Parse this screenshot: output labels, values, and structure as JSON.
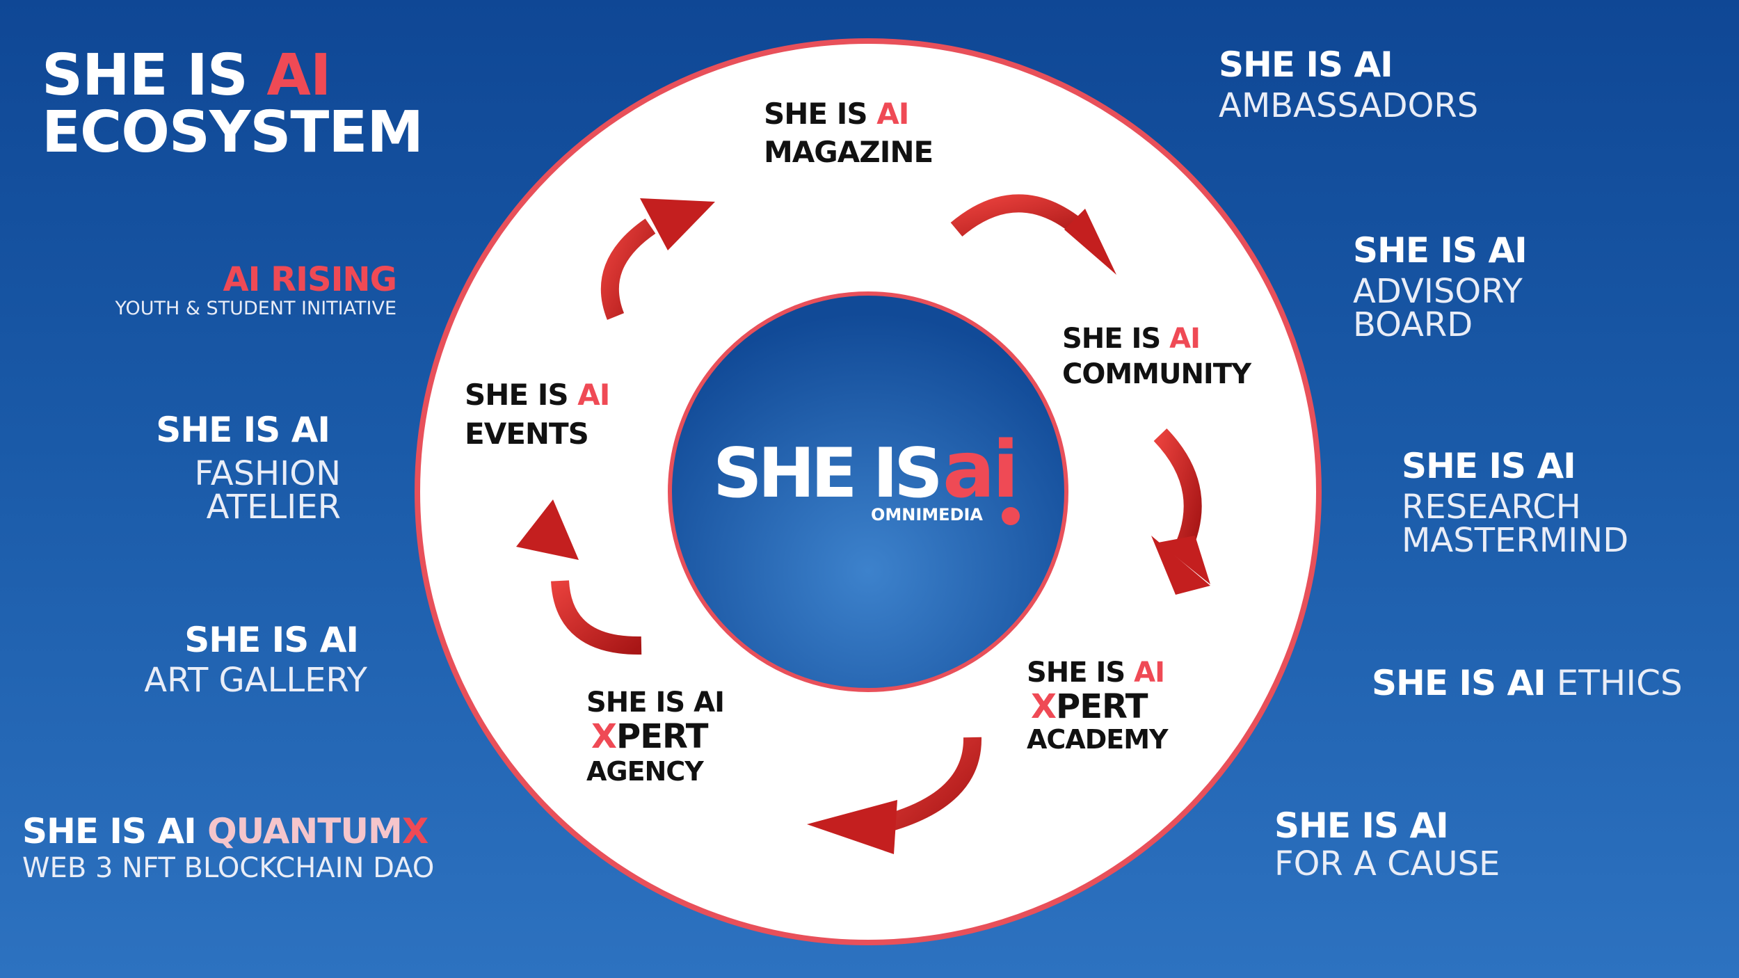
{
  "title": {
    "line1_prefix": "SHE IS ",
    "line1_accent": "AI",
    "line2": "ECOSYSTEM"
  },
  "center_logo": {
    "she_is": "SHE IS",
    "ai": "ai",
    "omnimedia": "OMNIMEDIA"
  },
  "inner_nodes": {
    "magazine": {
      "prefix": "SHE IS ",
      "accent": "AI",
      "name": "MAGAZINE"
    },
    "community": {
      "prefix": "SHE IS ",
      "accent": "AI",
      "name": "COMMUNITY"
    },
    "events": {
      "prefix": "SHE IS ",
      "accent": "AI",
      "name": "EVENTS"
    },
    "xpert_academy": {
      "prefix": "SHE IS ",
      "accent": "AI",
      "x": "X",
      "pert": "PERT",
      "name": "ACADEMY"
    },
    "xpert_agency": {
      "prefix": "SHE IS AI",
      "x": "X",
      "pert": "PERT",
      "name": "AGENCY"
    }
  },
  "left_items": {
    "ai_rising": {
      "title": "AI RISING",
      "subtitle": "YOUTH & STUDENT  INITIATIVE"
    },
    "fashion": {
      "title": "SHE IS AI",
      "line1": "FASHION",
      "line2": "ATELIER"
    },
    "art": {
      "title": "SHE IS AI",
      "line1": "ART GALLERY"
    },
    "quantum": {
      "title": "SHE IS AI",
      "accent": "QUANTUM",
      "x": "X",
      "subtitle": "WEB 3 NFT BLOCKCHAIN DAO"
    }
  },
  "right_items": {
    "ambassadors": {
      "title": "SHE IS AI",
      "line1": "AMBASSADORS"
    },
    "advisory": {
      "title": "SHE IS AI",
      "line1": "ADVISORY",
      "line2": "BOARD"
    },
    "research": {
      "title": "SHE IS AI",
      "line1": "RESEARCH",
      "line2": "MASTERMIND"
    },
    "ethics": {
      "title": "SHE IS AI",
      "line1": "ETHICS"
    },
    "cause": {
      "title": "SHE IS AI",
      "line1": "FOR A CAUSE"
    }
  },
  "colors": {
    "background_top": "#0f4795",
    "background_bottom": "#2d72c0",
    "accent_red": "#ef4a55",
    "arrow_red": "#d42a2a",
    "ring": "#ffffff",
    "ring_border": "#e8505a",
    "accent_pink": "#f5c5cb"
  },
  "arrows": [
    "magazine-to-community",
    "community-to-academy",
    "academy-to-agency",
    "agency-to-events",
    "events-to-magazine"
  ]
}
